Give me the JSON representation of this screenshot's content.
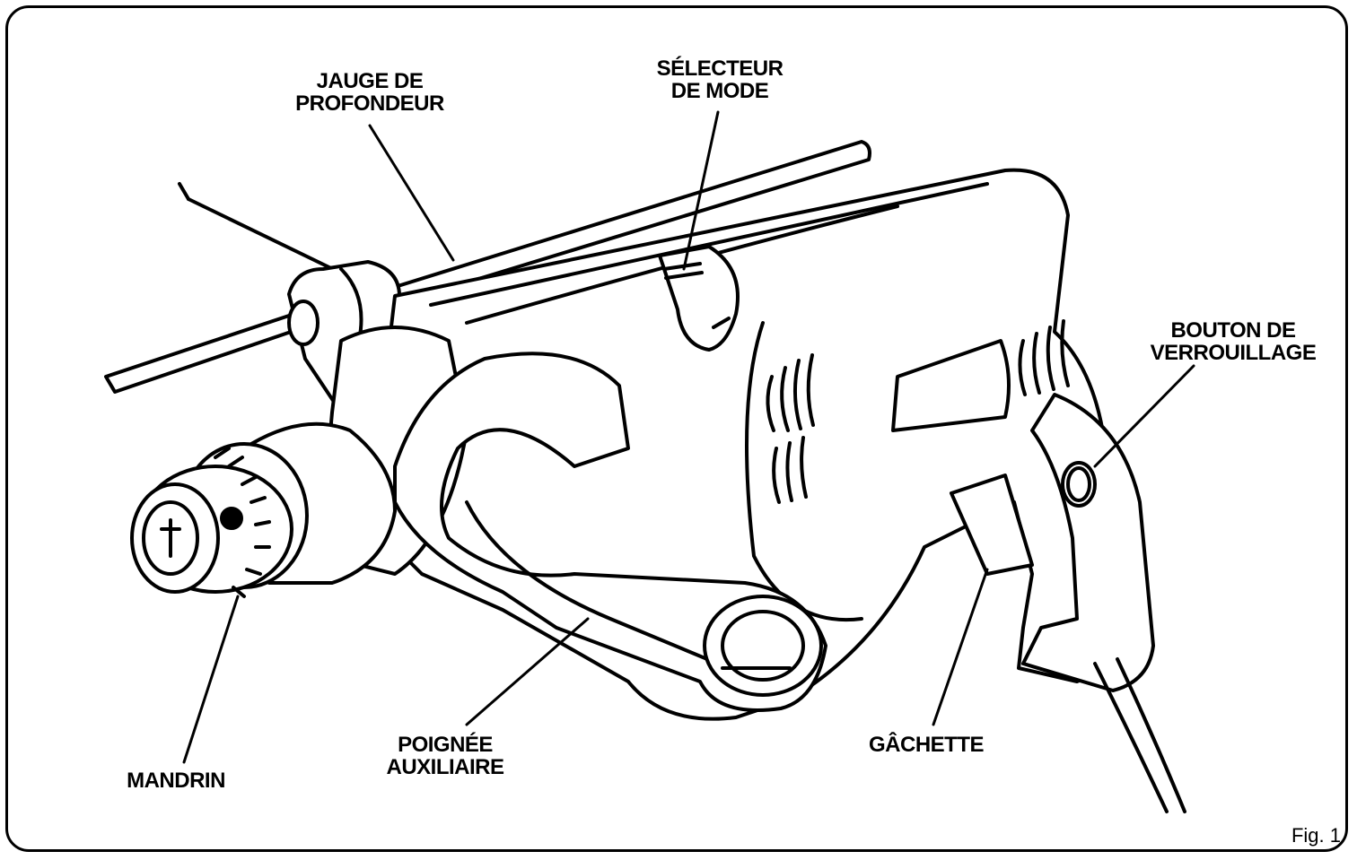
{
  "labels": {
    "depth_gauge": [
      "JAUGE DE",
      "PROFONDEUR"
    ],
    "mode_selector": [
      "SÉLECTEUR",
      "DE MODE"
    ],
    "lock_button": [
      "BOUTON DE",
      "VERROUILLAGE"
    ],
    "chuck": "MANDRIN",
    "aux_handle": [
      "POIGNÉE",
      "AUXILIAIRE"
    ],
    "trigger": "GÂCHETTE"
  },
  "figure_caption": "Fig. 1",
  "colors": {
    "stroke": "#000000",
    "background": "#ffffff"
  }
}
